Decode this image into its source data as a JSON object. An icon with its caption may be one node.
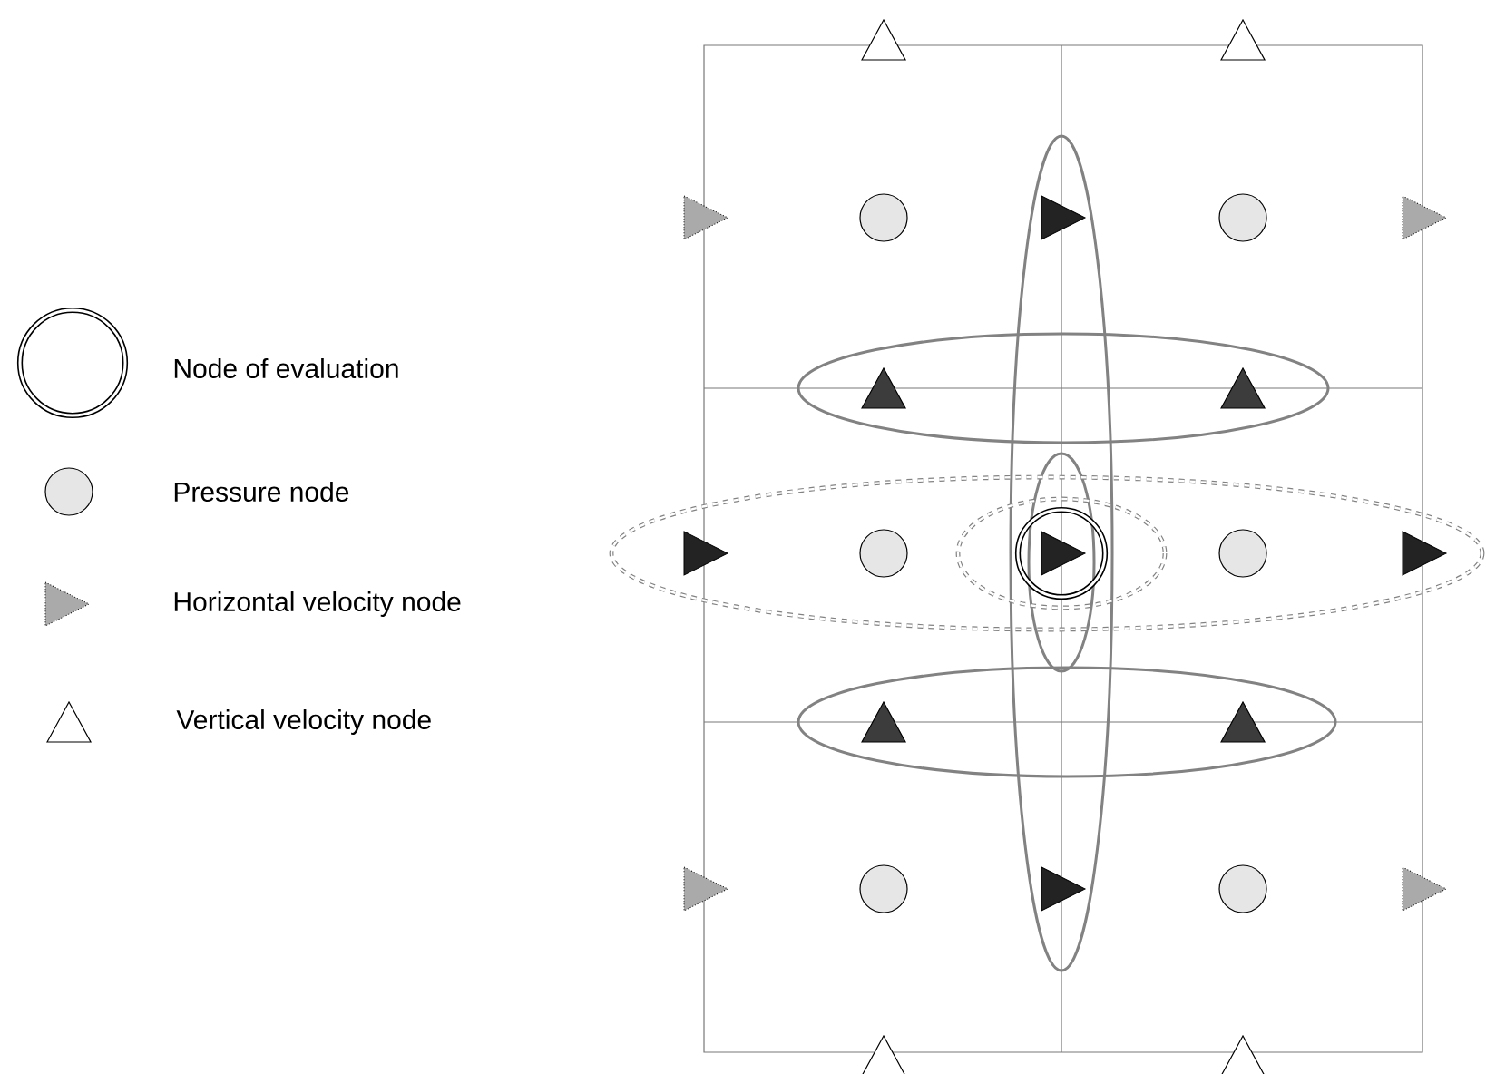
{
  "diagram": {
    "legend": [
      {
        "text": "Node of evaluation"
      },
      {
        "text": "Pressure node"
      },
      {
        "text": "Horizontal velocity node"
      },
      {
        "text": "Vertical velocity node"
      }
    ]
  }
}
